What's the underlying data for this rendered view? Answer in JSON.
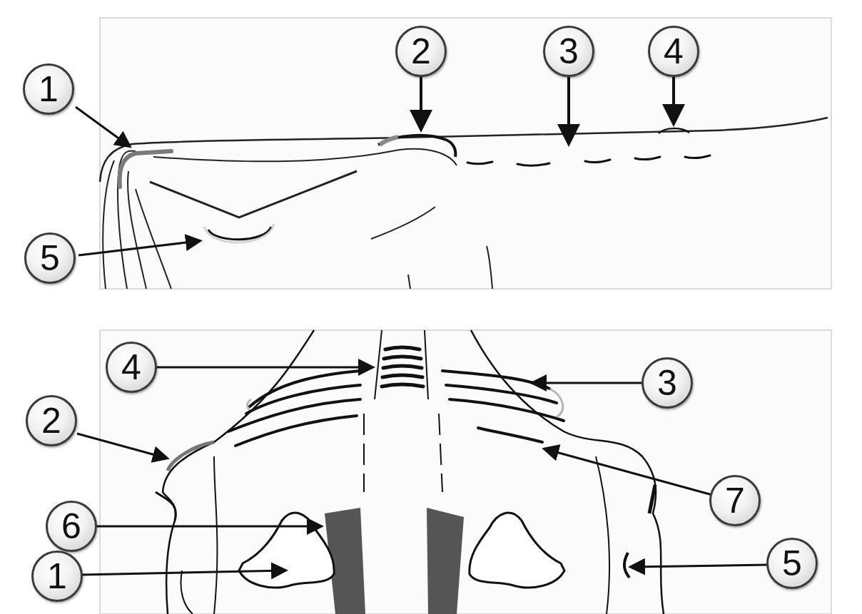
{
  "diagram": {
    "nodes": [
      {
        "text": [
          "1"
        ]
      },
      {
        "text": [
          "2"
        ]
      },
      {
        "text": [
          "3"
        ]
      },
      {
        "text": [
          "4"
        ]
      },
      {
        "text": [
          "5"
        ]
      },
      {
        "text": [
          "4"
        ]
      },
      {
        "text": [
          "3"
        ]
      },
      {
        "text": [
          "2"
        ]
      },
      {
        "text": [
          "7"
        ]
      },
      {
        "text": [
          "6"
        ]
      },
      {
        "text": [
          "1"
        ]
      },
      {
        "text": [
          "5"
        ]
      }
    ]
  }
}
